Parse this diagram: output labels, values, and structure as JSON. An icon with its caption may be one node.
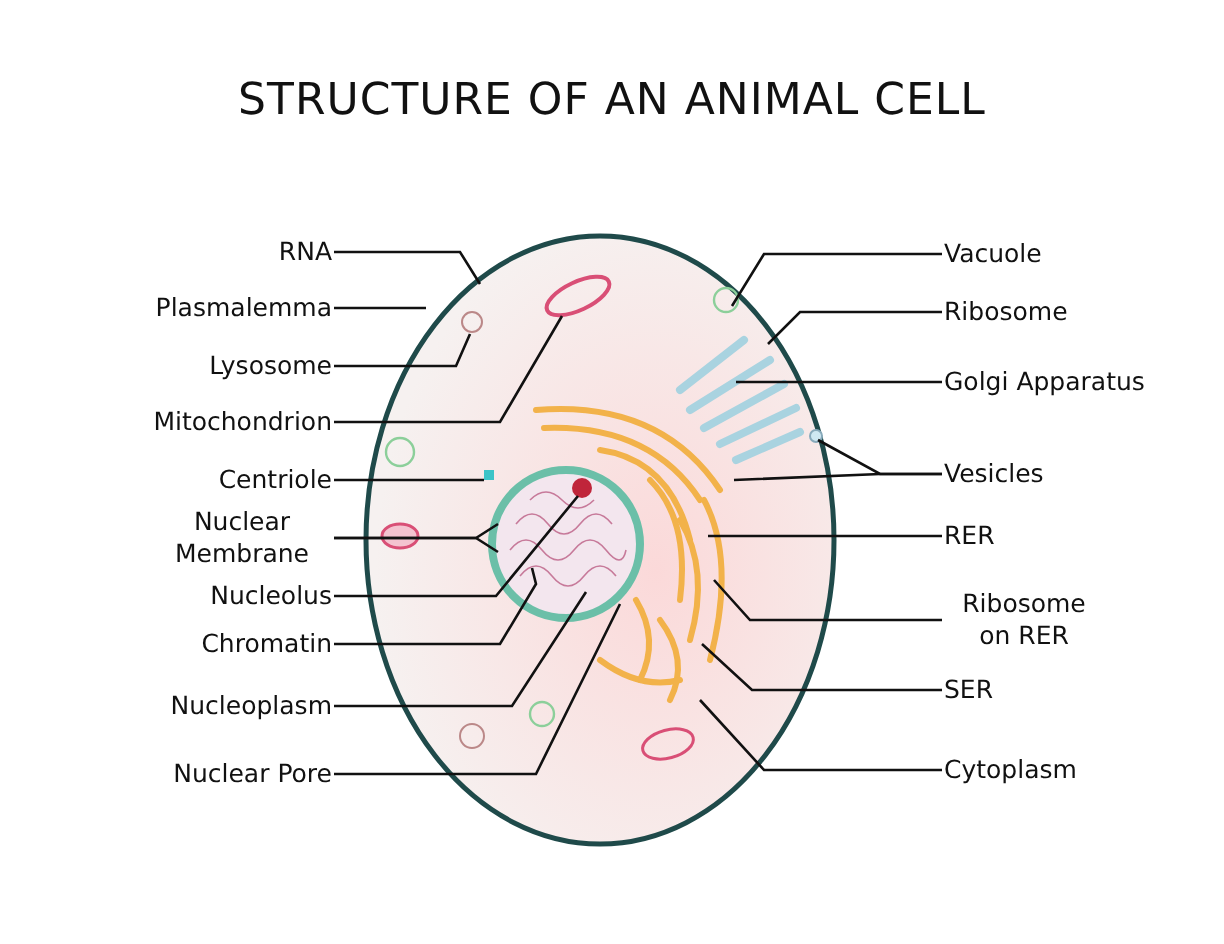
{
  "diagram": {
    "title": "STRUCTURE OF AN ANIMAL CELL",
    "nodes": [
      {
        "text": [
          "RNA"
        ]
      },
      {
        "text": [
          "Plasmalemma"
        ]
      },
      {
        "text": [
          "Lysosome"
        ]
      },
      {
        "text": [
          "Mitochondrion"
        ]
      },
      {
        "text": [
          "Centriole"
        ]
      },
      {
        "text": [
          "Nuclear Membrane"
        ]
      },
      {
        "text": [
          "Nucleolus"
        ]
      },
      {
        "text": [
          "Chromatin"
        ]
      },
      {
        "text": [
          "Nucleoplasm"
        ]
      },
      {
        "text": [
          "Nuclear Pore"
        ]
      },
      {
        "text": [
          "Vacuole"
        ]
      },
      {
        "text": [
          "Ribosome"
        ]
      },
      {
        "text": [
          "Golgi Apparatus"
        ]
      },
      {
        "text": [
          "Vesicles"
        ]
      },
      {
        "text": [
          "RER"
        ]
      },
      {
        "text": [
          "Ribosome on RER"
        ]
      },
      {
        "text": [
          "SER"
        ]
      },
      {
        "text": [
          "Cytoplasm"
        ]
      }
    ],
    "edges": [
      {
        "from": 0,
        "to": null,
        "arrow": "none"
      },
      {
        "from": 1,
        "to": null,
        "arrow": "none"
      },
      {
        "from": 2,
        "to": null,
        "arrow": "none"
      },
      {
        "from": 3,
        "to": null,
        "arrow": "none"
      },
      {
        "from": 4,
        "to": null,
        "arrow": "none"
      },
      {
        "from": 5,
        "to": null,
        "arrow": "none"
      },
      {
        "from": 5,
        "to": null,
        "arrow": "none"
      },
      {
        "from": 6,
        "to": null,
        "arrow": "none"
      },
      {
        "from": 7,
        "to": null,
        "arrow": "none"
      },
      {
        "from": 8,
        "to": null,
        "arrow": "none"
      },
      {
        "from": 9,
        "to": null,
        "arrow": "none"
      },
      {
        "from": 10,
        "to": null,
        "arrow": "none"
      },
      {
        "from": 11,
        "to": null,
        "arrow": "none"
      },
      {
        "from": 12,
        "to": null,
        "arrow": "none"
      },
      {
        "from": 13,
        "to": null,
        "arrow": "none"
      },
      {
        "from": 13,
        "to": null,
        "arrow": "none"
      },
      {
        "from": 14,
        "to": null,
        "arrow": "none"
      },
      {
        "from": 15,
        "to": null,
        "arrow": "none"
      },
      {
        "from": 16,
        "to": null,
        "arrow": "none"
      },
      {
        "from": 17,
        "to": null,
        "arrow": "none"
      }
    ]
  }
}
